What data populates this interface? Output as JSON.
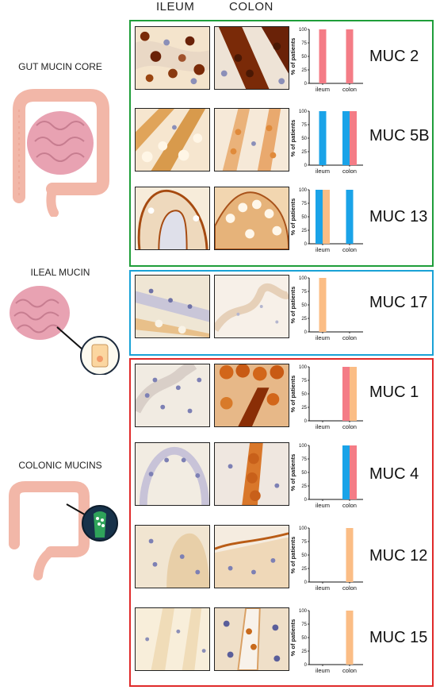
{
  "header": {
    "ileum": "ILEUM",
    "colon": "COLON"
  },
  "sections": {
    "core": "GUT MUCIN CORE",
    "ileal": "ILEAL MUCIN",
    "colonic": "COLONIC MUCINS"
  },
  "colors": {
    "core_box": "#1f9e3a",
    "ileal_box": "#1aa2d6",
    "colonic_box": "#e02a2a",
    "pink": "#f47c86",
    "blue": "#1aa3e8",
    "orange": "#fbbd85"
  },
  "chart_data": [
    {
      "type": "bar",
      "title": "MUC 2",
      "ylabel": "% of patients",
      "ylim": [
        0,
        100
      ],
      "yticks": [
        0,
        25,
        50,
        75,
        100
      ],
      "categories": [
        "ileum",
        "colon"
      ],
      "bars": [
        {
          "category": "ileum",
          "values": [
            {
              "color": "pink",
              "value": 100
            }
          ]
        },
        {
          "category": "colon",
          "values": [
            {
              "color": "pink",
              "value": 100
            }
          ]
        }
      ]
    },
    {
      "type": "bar",
      "title": "MUC 5B",
      "ylabel": "% of patients",
      "ylim": [
        0,
        100
      ],
      "yticks": [
        0,
        25,
        50,
        75,
        100
      ],
      "categories": [
        "ileum",
        "colon"
      ],
      "bars": [
        {
          "category": "ileum",
          "values": [
            {
              "color": "blue",
              "value": 100
            }
          ]
        },
        {
          "category": "colon",
          "values": [
            {
              "color": "blue",
              "value": 100
            },
            {
              "color": "pink",
              "value": 100
            }
          ]
        }
      ]
    },
    {
      "type": "bar",
      "title": "MUC 13",
      "ylabel": "% of patients",
      "ylim": [
        0,
        100
      ],
      "yticks": [
        0,
        25,
        50,
        75,
        100
      ],
      "categories": [
        "ileum",
        "colon"
      ],
      "bars": [
        {
          "category": "ileum",
          "values": [
            {
              "color": "blue",
              "value": 100
            },
            {
              "color": "orange",
              "value": 100
            }
          ]
        },
        {
          "category": "colon",
          "values": [
            {
              "color": "blue",
              "value": 100
            }
          ]
        }
      ]
    },
    {
      "type": "bar",
      "title": "MUC 17",
      "ylabel": "% of patients",
      "ylim": [
        0,
        100
      ],
      "yticks": [
        0,
        25,
        50,
        75,
        100
      ],
      "categories": [
        "ileum",
        "colon"
      ],
      "bars": [
        {
          "category": "ileum",
          "values": [
            {
              "color": "orange",
              "value": 100
            }
          ]
        },
        {
          "category": "colon",
          "values": []
        }
      ]
    },
    {
      "type": "bar",
      "title": "MUC 1",
      "ylabel": "% of patients",
      "ylim": [
        0,
        100
      ],
      "yticks": [
        0,
        25,
        50,
        75,
        100
      ],
      "categories": [
        "ileum",
        "colon"
      ],
      "bars": [
        {
          "category": "ileum",
          "values": []
        },
        {
          "category": "colon",
          "values": [
            {
              "color": "pink",
              "value": 100
            },
            {
              "color": "orange",
              "value": 100
            }
          ]
        }
      ]
    },
    {
      "type": "bar",
      "title": "MUC 4",
      "ylabel": "% of patients",
      "ylim": [
        0,
        100
      ],
      "yticks": [
        0,
        25,
        50,
        75,
        100
      ],
      "categories": [
        "ileum",
        "colon"
      ],
      "bars": [
        {
          "category": "ileum",
          "values": []
        },
        {
          "category": "colon",
          "values": [
            {
              "color": "blue",
              "value": 100
            },
            {
              "color": "pink",
              "value": 100
            }
          ]
        }
      ]
    },
    {
      "type": "bar",
      "title": "MUC 12",
      "ylabel": "% of patients",
      "ylim": [
        0,
        100
      ],
      "yticks": [
        0,
        25,
        50,
        75,
        100
      ],
      "categories": [
        "ileum",
        "colon"
      ],
      "bars": [
        {
          "category": "ileum",
          "values": []
        },
        {
          "category": "colon",
          "values": [
            {
              "color": "orange",
              "value": 100
            }
          ]
        }
      ]
    },
    {
      "type": "bar",
      "title": "MUC 15",
      "ylabel": "% of patients",
      "ylim": [
        0,
        100
      ],
      "yticks": [
        0,
        25,
        50,
        75,
        100
      ],
      "categories": [
        "ileum",
        "colon"
      ],
      "bars": [
        {
          "category": "ileum",
          "values": []
        },
        {
          "category": "colon",
          "values": [
            {
              "color": "orange",
              "value": 100
            }
          ]
        }
      ]
    }
  ]
}
